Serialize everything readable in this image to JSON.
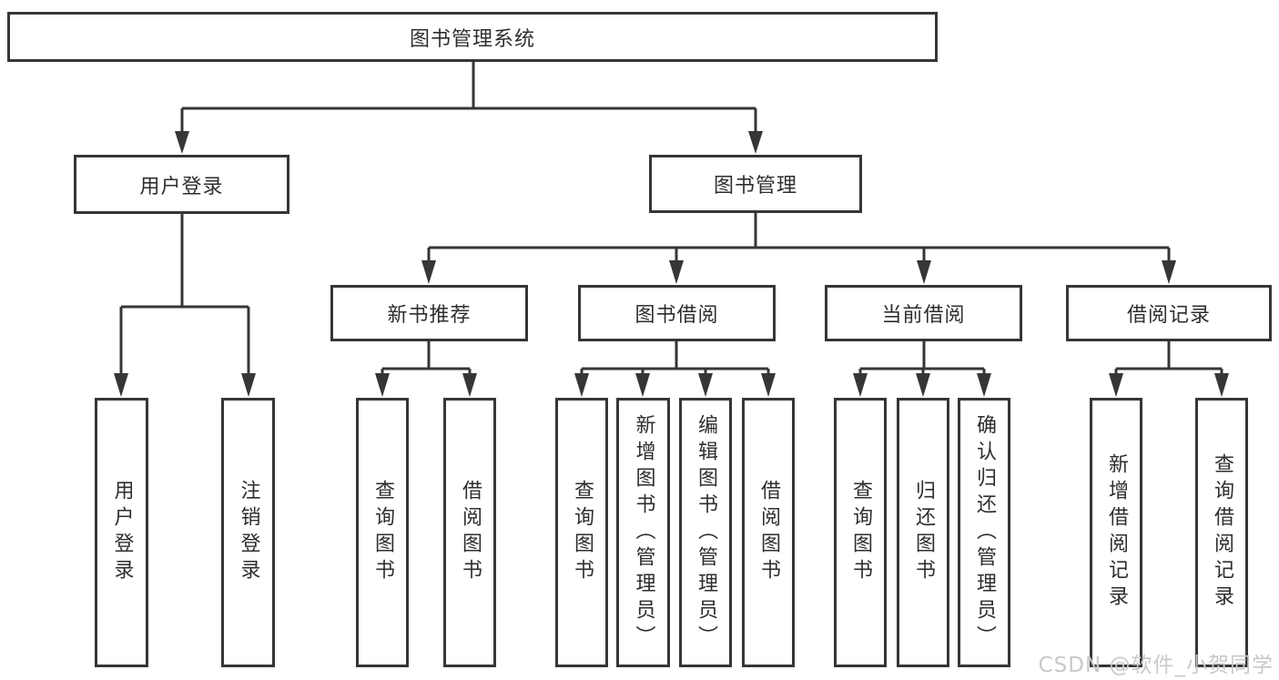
{
  "diagram": {
    "nodes": {
      "root": "图书管理系统",
      "level2": [
        "用户登录",
        "图书管理"
      ],
      "level3": [
        "新书推荐",
        "图书借阅",
        "当前借阅",
        "借阅记录"
      ],
      "leaves_user_login": [
        "用户登录",
        "注销登录"
      ],
      "leaves_new_books": [
        "查询图书",
        "借阅图书"
      ],
      "leaves_book_borrow": [
        "查询图书",
        "新增图书（管理员）",
        "编辑图书（管理员）",
        "借阅图书"
      ],
      "leaves_current_borrow": [
        "查询图书",
        "归还图书",
        "确认归还（管理员）"
      ],
      "leaves_borrow_records": [
        "新增借阅记录",
        "查询借阅记录"
      ]
    },
    "colors": {
      "line": "#363636",
      "box_border": "#363636",
      "text": "#2e2e2e",
      "background": "#ffffff",
      "watermark": "#c9c9c9"
    }
  },
  "watermark": "CSDN @软件_小贺同学"
}
